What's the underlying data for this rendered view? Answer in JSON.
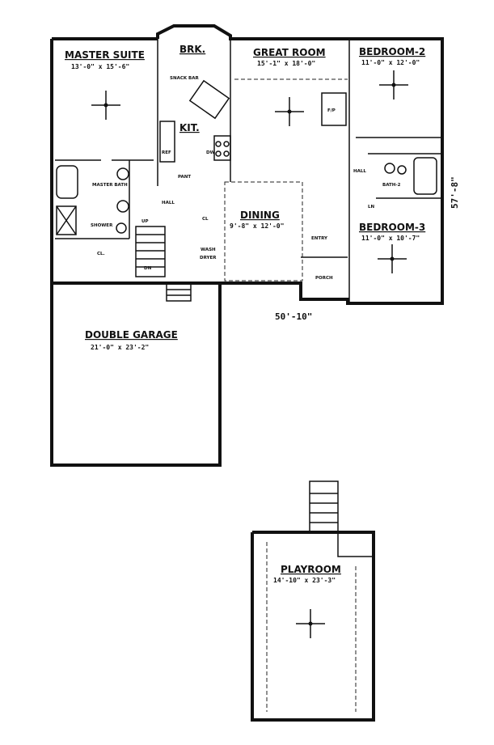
{
  "rooms": {
    "master_suite": {
      "name": "MASTER SUITE",
      "size": "13'-0\" x 15'-6\""
    },
    "breakfast": {
      "name": "BRK."
    },
    "kitchen": {
      "name": "KIT."
    },
    "great_room": {
      "name": "GREAT ROOM",
      "size": "15'-1\" x 18'-0\""
    },
    "bedroom2": {
      "name": "BEDROOM-2",
      "size": "11'-0\" x 12'-0\""
    },
    "bedroom3": {
      "name": "BEDROOM-3",
      "size": "11'-0\" x 10'-7\""
    },
    "dining": {
      "name": "DINING",
      "size": "9'-8\" x 12'-0\""
    },
    "garage": {
      "name": "DOUBLE GARAGE",
      "size": "21'-0\" x 23'-2\""
    },
    "playroom": {
      "name": "PLAYROOM",
      "size": "14'-10\" x 23'-3\""
    }
  },
  "small_labels": {
    "snack_bar": "SNACK BAR",
    "ref": "REF",
    "pant": "PANT",
    "fp": "F/P",
    "master_bath": "MASTER BATH",
    "shower": "SHOWER",
    "hall": "HALL",
    "cl": "CL.",
    "up": "UP",
    "dn": "DN",
    "wash": "WASH",
    "dryer": "DRYER",
    "cl2": "CL",
    "entry": "ENTRY",
    "porch": "PORCH",
    "hall2": "HALL",
    "bath2": "BATH-2",
    "ln": "LN",
    "dw": "DW"
  },
  "dimensions": {
    "width": "50'-10\"",
    "depth": "57'-8\""
  }
}
